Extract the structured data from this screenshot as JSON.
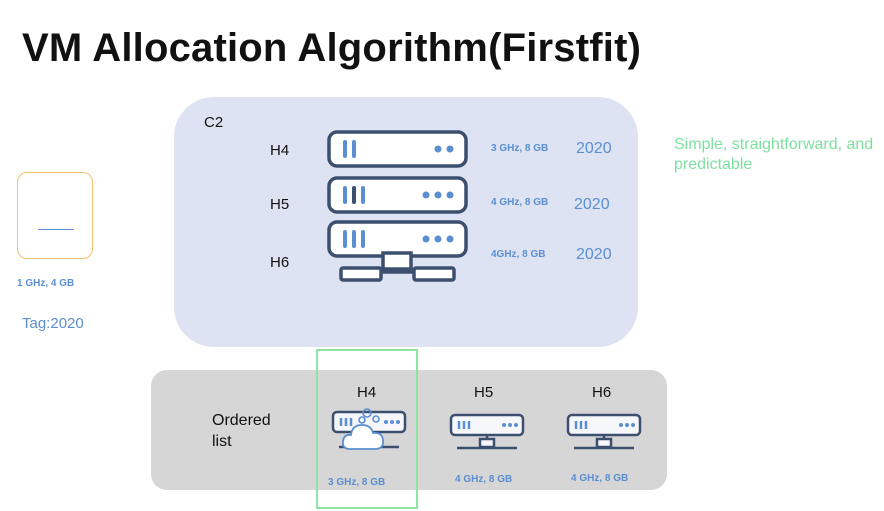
{
  "title": "VM Allocation Algorithm(Firstfit)",
  "cluster": {
    "label": "C2",
    "hosts": [
      {
        "name": "H4",
        "spec": "3 GHz, 8 GB",
        "tag": "2020"
      },
      {
        "name": "H5",
        "spec": "4 GHz, 8 GB",
        "tag": "2020"
      },
      {
        "name": "H6",
        "spec": "4GHz, 8 GB",
        "tag": "2020"
      }
    ]
  },
  "vm": {
    "spec": "1 GHz, 4 GB",
    "tag": "Tag:2020"
  },
  "note": "Simple, straightforward, and predictable",
  "ordered_list": {
    "label_line1": "Ordered",
    "label_line2": "list",
    "hosts": [
      {
        "name": "H4",
        "spec": "3 GHz, 8 GB"
      },
      {
        "name": "H5",
        "spec": "4 GHz, 8 GB"
      },
      {
        "name": "H6",
        "spec": "4 GHz, 8 GB"
      }
    ]
  },
  "colors": {
    "accent_blue": "#5b8fd1",
    "server_stroke": "#3d4f6e",
    "highlight_green": "#8fe3a3",
    "note_green": "#7ee0a0",
    "vm_border": "#f2c46c"
  },
  "icons": [
    "server-rack-icon",
    "cloud-vm-icon"
  ]
}
